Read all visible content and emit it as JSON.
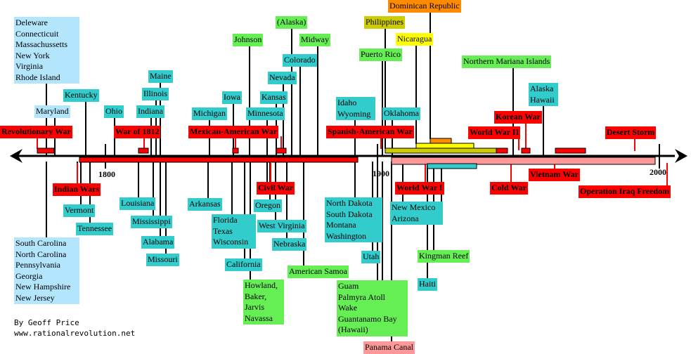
{
  "axis": {
    "ticks": [
      {
        "label": "1800",
        "year": 1800
      },
      {
        "label": "1900",
        "year": 1900
      },
      {
        "label": "2000",
        "year": 2000
      }
    ]
  },
  "labels": {
    "colonies_above": [
      "Deleware",
      "Connecticuit",
      "Massachussetts",
      "New York",
      "Virginia",
      "Rhode Island"
    ],
    "colonies_below": [
      "South Carolina",
      "North Carolina",
      "Pennsylvania",
      "Georgia",
      "New Hampshire",
      "New Jersey"
    ],
    "maryland": "Maryland",
    "kentucky": "Kentucky",
    "ohio": "Ohio",
    "maine": "Maine",
    "illinois": "Illinois",
    "indiana": "Indiana",
    "michigan": "Michigan",
    "iowa": "Iowa",
    "johnson": "Johnson",
    "alaska_paren": "(Alaska)",
    "midway": "Midway",
    "colorado": "Colorado",
    "nevada": "Nevada",
    "kansas": "Kansas",
    "minnesota": "Minnesota",
    "idaho_wyoming": [
      "Idaho",
      "Wyoming"
    ],
    "oklahoma": "Oklahoma",
    "philippines": "Philippines",
    "dominican_republic": "Dominican Republic",
    "nicaragua": "Nicaragua",
    "puerto_rico": "Puerto Rico",
    "northern_mariana": "Northern Mariana Islands",
    "alaska_hawaii": [
      "Alaska",
      "Hawaii"
    ],
    "revolutionary_war": "Revolutionary War",
    "war_of_1812": "War of 1812",
    "mexican_american_war": "Mexican-American War",
    "spanish_american_war": "Spanish-American War",
    "korean_war": "Korean War",
    "world_war_ii": "World War II",
    "desert_storm": "Desert Storm",
    "indian_wars": "Indian Wars",
    "vermont": "Vermont",
    "tennessee": "Tennessee",
    "louisiana": "Louisiana",
    "mississippi": "Mississippi",
    "alabama": "Alabama",
    "missouri": "Missouri",
    "arkansas": "Arkansas",
    "civil_war": "Civil War",
    "oregon": "Oregon",
    "florida_texas_wisconsin": [
      "Florida",
      "Texas",
      "Wisconsin"
    ],
    "west_virginia": "West Virginia",
    "nebraska": "Nebraska",
    "california": "California",
    "howland": [
      "Howland,",
      "Baker,",
      "Jarvis",
      "Navassa"
    ],
    "american_samoa": "American Samoa",
    "dakotas": [
      "North Dakota",
      "South Dakota",
      "Montana",
      "Washington"
    ],
    "utah": "Utah",
    "guam_group": [
      "Guam",
      "Palmyra Atoll",
      "Wake",
      "Guantanamo Bay",
      "(Hawaii)"
    ],
    "panama_canal": "Panama Canal",
    "world_war_i": "World War I",
    "nm_arizona": [
      "New Mexico",
      "Arizona"
    ],
    "kingman_reef": "Kingman Reef",
    "haiti": "Haiti",
    "vietnam_war": "Vietnam War",
    "cold_war": "Cold War",
    "operation_iraq": "Operation Iraq Freedom"
  },
  "credit": {
    "author": "By Geoff Price",
    "url": "www.rationalrevolution.net"
  },
  "colors": {
    "war": "#ff0000",
    "state": "#33cccc",
    "territory": "#66ee55",
    "colony": "#b3e5fc",
    "philippines": "#cccc00",
    "nicaragua": "#ffff00",
    "dominican_republic": "#ff8c00",
    "panama_canal": "#ff9999"
  }
}
